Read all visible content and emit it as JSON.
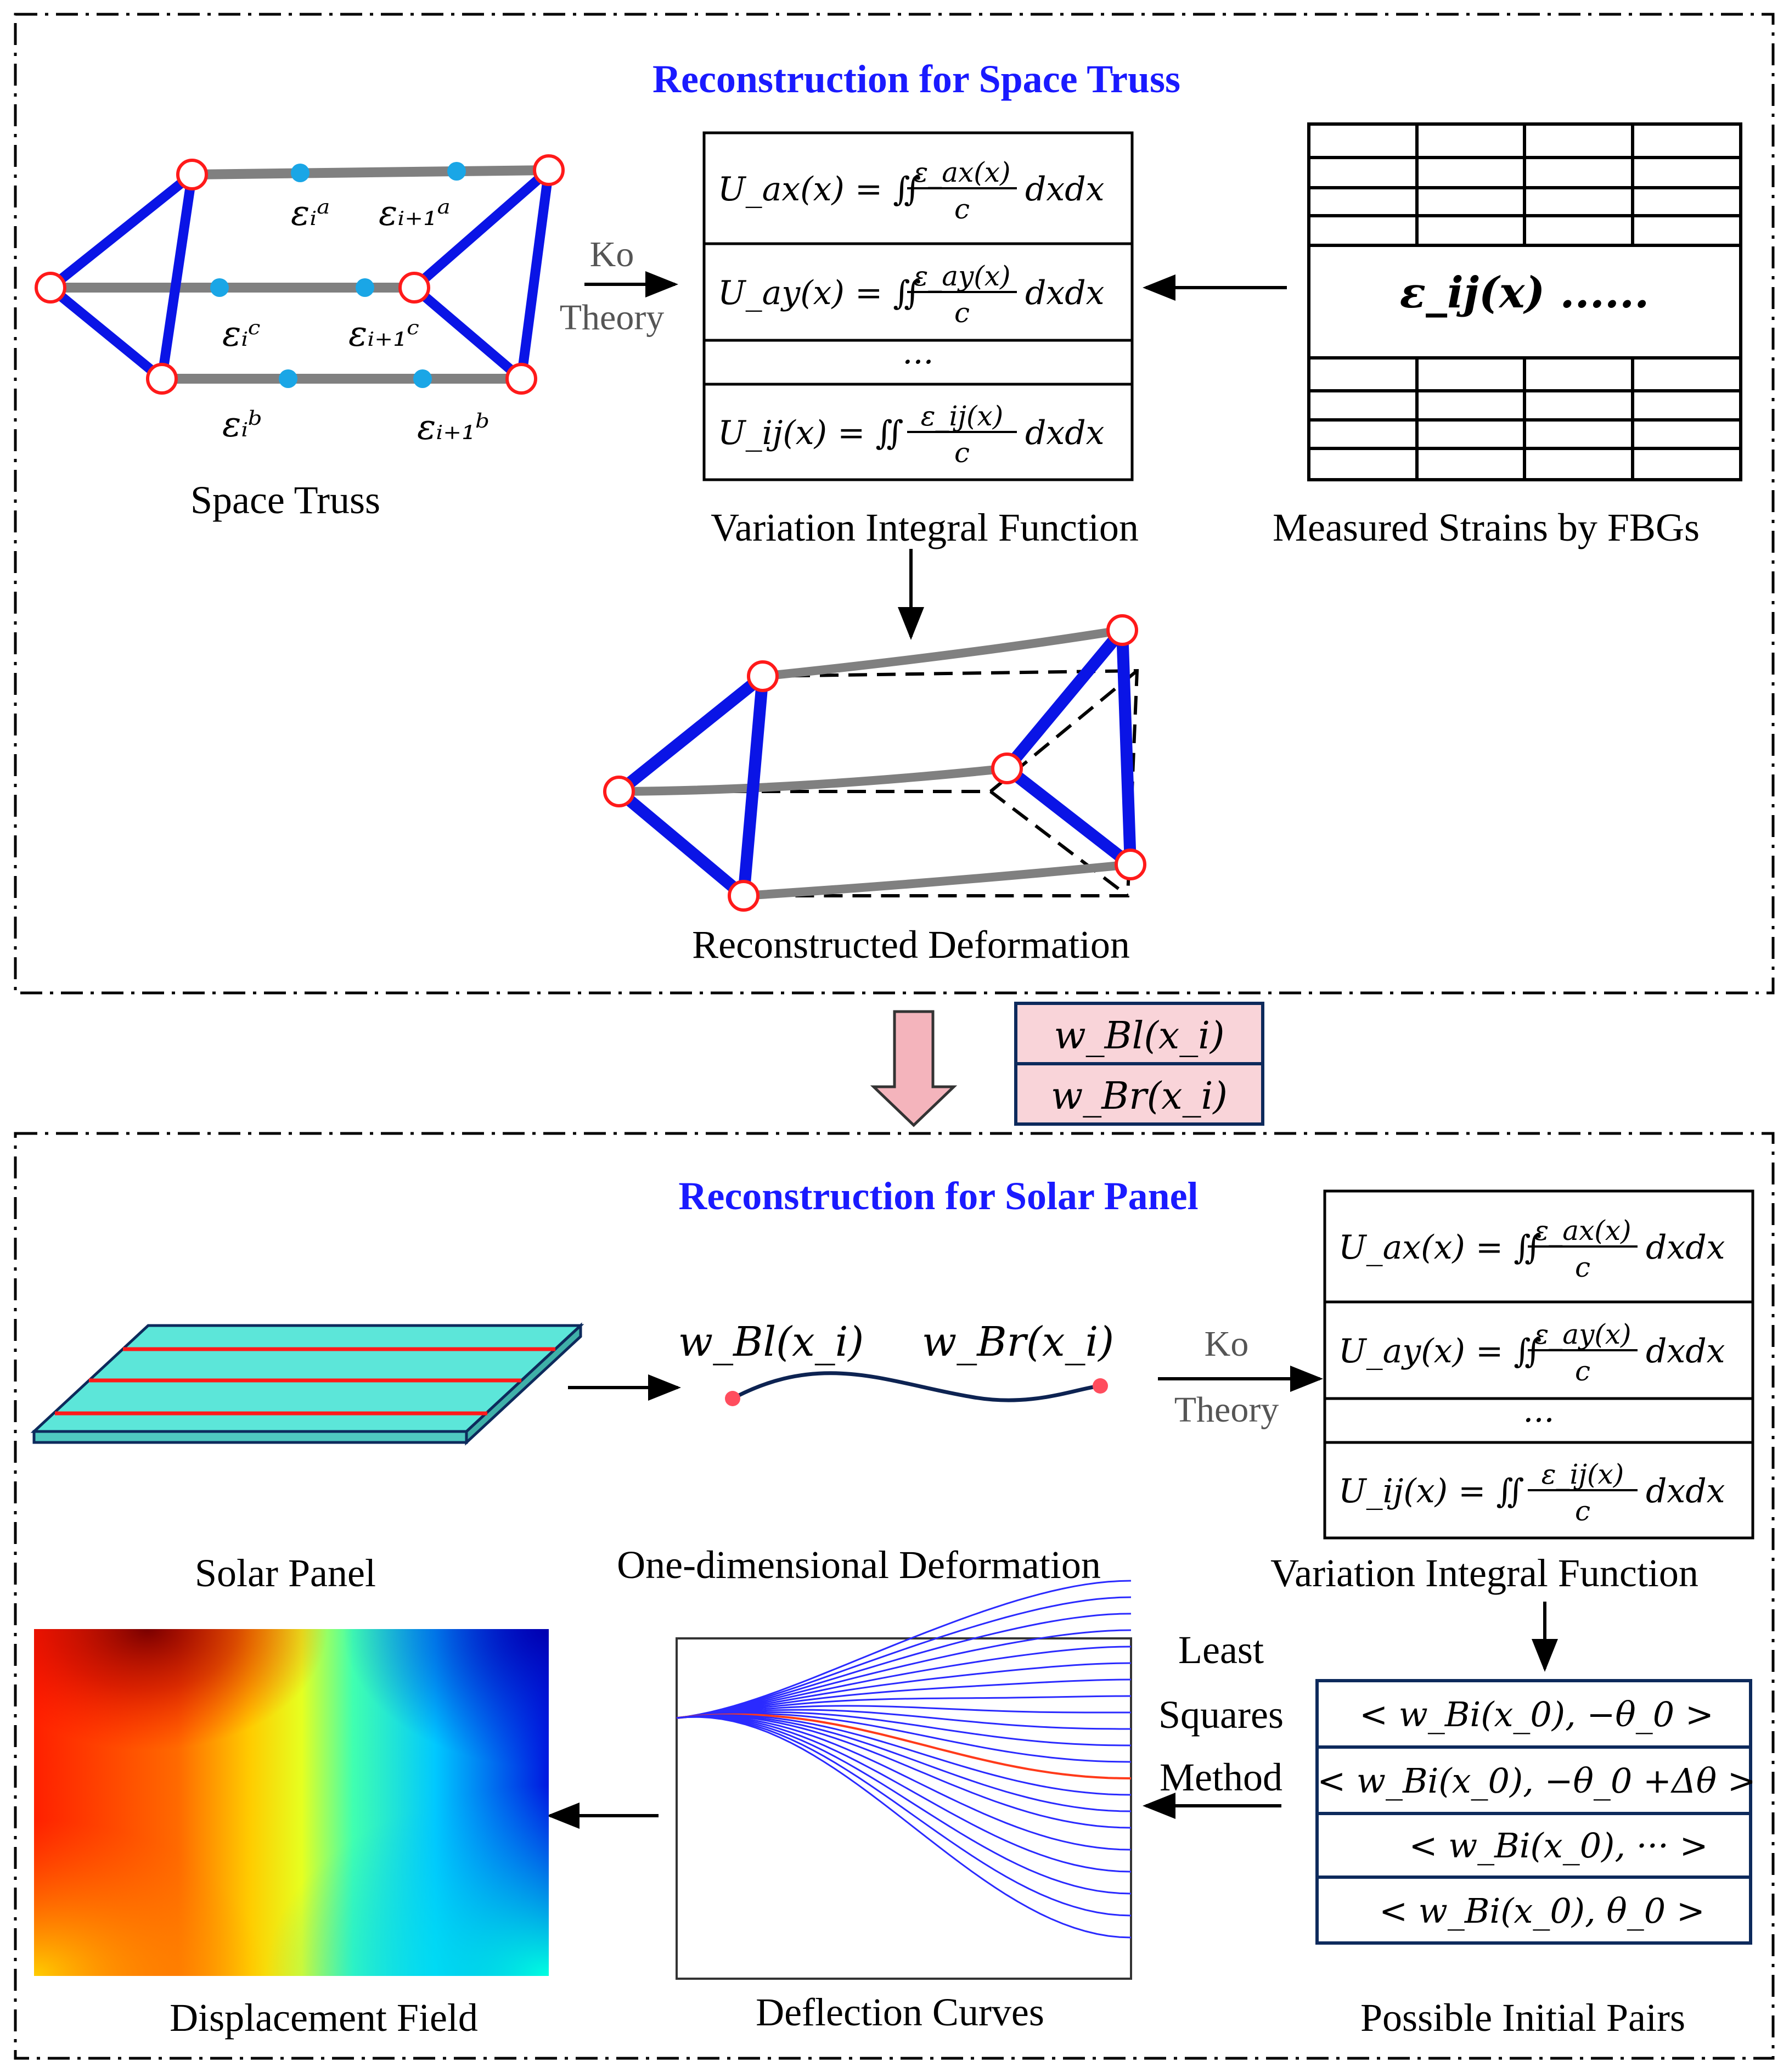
{
  "top_panel": {
    "title": "Reconstruction for Space Truss",
    "space_truss_label": "Space Truss",
    "strain_labels": {
      "a_i": "εᵢᵃ",
      "a_i1": "εᵢ₊₁ᵃ",
      "c_i": "εᵢᶜ",
      "c_i1": "εᵢ₊₁ᶜ",
      "b_i": "εᵢᵇ",
      "b_i1": "εᵢ₊₁ᵇ"
    },
    "ko_theory": [
      "Ko",
      "Theory"
    ],
    "variation_label": "Variation Integral Function",
    "equations": [
      {
        "lhs": "U_ax(x) = ∬",
        "num": "ε_ax(x)",
        "den": "c",
        "tail": "dxdx"
      },
      {
        "lhs": "U_ay(x) = ∬",
        "num": "ε_ay(x)",
        "den": "c",
        "tail": "dxdx"
      },
      {
        "lhs": "···",
        "num": "",
        "den": "",
        "tail": ""
      },
      {
        "lhs": "U_ij(x) = ∬",
        "num": "ε_ij(x)",
        "den": "c",
        "tail": "dxdx"
      }
    ],
    "strain_table_center": "ε_ij(x)  ......",
    "measured_label": "Measured Strains by FBGs",
    "reconstructed_label": "Reconstructed Deformation"
  },
  "transfer_box": [
    "w_Bl(x_i)",
    "w_Br(x_i)"
  ],
  "bottom_panel": {
    "title": "Reconstruction for Solar Panel",
    "solar_panel_label": "Solar Panel",
    "one_dim_label": "One-dimensional Deformation",
    "wbl_label": "w_Bl(x_i)",
    "wbr_label": "w_Br(x_i)",
    "ko_theory": [
      "Ko",
      "Theory"
    ],
    "variation_label": "Variation Integral Function",
    "equations": [
      {
        "lhs": "U_ax(x) = ∬",
        "num": "ε_ax(x)",
        "den": "c",
        "tail": "dxdx"
      },
      {
        "lhs": "U_ay(x) = ∬",
        "num": "ε_ay(x)",
        "den": "c",
        "tail": "dxdx"
      },
      {
        "lhs": "···",
        "num": "",
        "den": "",
        "tail": ""
      },
      {
        "lhs": "U_ij(x) = ∬",
        "num": "ε_ij(x)",
        "den": "c",
        "tail": "dxdx"
      }
    ],
    "pairs": [
      "< w_Bi(x_0), −θ_0 >",
      "< w_Bi(x_0), −θ_0 +Δθ >",
      "< w_Bi(x_0), ··· >",
      "< w_Bi(x_0), θ_0 >"
    ],
    "pairs_label": "Possible Initial Pairs",
    "least_squares": [
      "Least",
      "Squares",
      "Method"
    ],
    "deflection_label": "Deflection Curves",
    "displacement_label": "Displacement Field"
  },
  "colors": {
    "truss_blue": "#0a14e6",
    "truss_gray": "#808080",
    "node_red": "#ff1a1a",
    "sensor_cyan": "#1aa6e6",
    "title_blue": "#1a1aff",
    "arrow_pink": "#f4b4bc",
    "box_pink": "#f9d4d9",
    "panel_cyan": "#5ce6d9",
    "fiber_red": "#ff1a1a",
    "curve_navy": "#0d2352",
    "box_navy": "#0d2a5c",
    "deflection_blue": "#2a2aff",
    "deflection_red": "#ff3a1a"
  }
}
